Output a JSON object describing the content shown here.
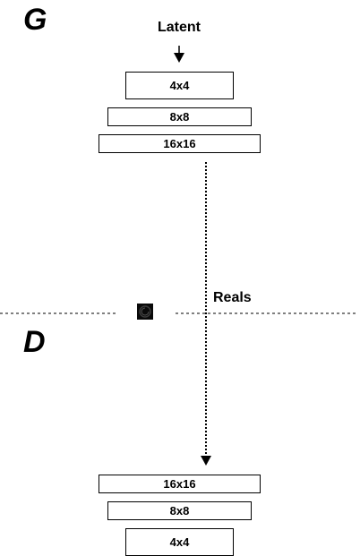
{
  "generator": {
    "section_label": "G",
    "input_label": "Latent",
    "blocks": [
      "4x4",
      "8x8",
      "16x16"
    ]
  },
  "discriminator": {
    "section_label": "D",
    "input_label": "Reals",
    "blocks": [
      "16x16",
      "8x8",
      "4x4"
    ]
  }
}
